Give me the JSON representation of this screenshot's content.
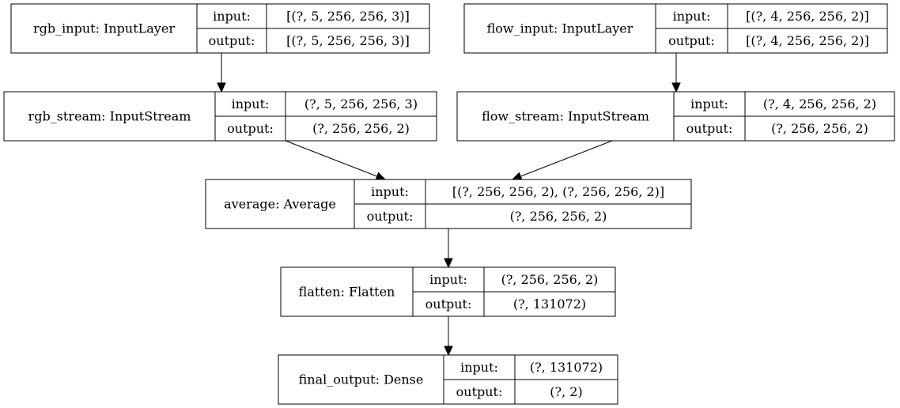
{
  "nodes": [
    {
      "id": "rgb_input",
      "name": "rgb_input: InputLayer",
      "input_label": "input:",
      "input_value": "[(?, 5, 256, 256, 3)]",
      "output_label": "output:",
      "output_value": "[(?, 5, 256, 256, 3)]"
    },
    {
      "id": "flow_input",
      "name": "flow_input: InputLayer",
      "input_label": "input:",
      "input_value": "[(?, 4, 256, 256, 2)]",
      "output_label": "output:",
      "output_value": "[(?, 4, 256, 256, 2)]"
    },
    {
      "id": "rgb_stream",
      "name": "rgb_stream: InputStream",
      "input_label": "input:",
      "input_value": "(?, 5, 256, 256, 3)",
      "output_label": "output:",
      "output_value": "(?, 256, 256, 2)"
    },
    {
      "id": "flow_stream",
      "name": "flow_stream: InputStream",
      "input_label": "input:",
      "input_value": "(?, 4, 256, 256, 2)",
      "output_label": "output:",
      "output_value": "(?, 256, 256, 2)"
    },
    {
      "id": "average",
      "name": "average: Average",
      "input_label": "input:",
      "input_value": "[(?, 256, 256, 2), (?, 256, 256, 2)]",
      "output_label": "output:",
      "output_value": "(?, 256, 256, 2)"
    },
    {
      "id": "flatten",
      "name": "flatten: Flatten",
      "input_label": "input:",
      "input_value": "(?, 256, 256, 2)",
      "output_label": "output:",
      "output_value": "(?, 131072)"
    },
    {
      "id": "final_output",
      "name": "final_output: Dense",
      "input_label": "input:",
      "input_value": "(?, 131072)",
      "output_label": "output:",
      "output_value": "(?, 2)"
    }
  ],
  "edges": [
    {
      "from": "rgb_input",
      "to": "rgb_stream"
    },
    {
      "from": "flow_input",
      "to": "flow_stream"
    },
    {
      "from": "rgb_stream",
      "to": "average"
    },
    {
      "from": "flow_stream",
      "to": "average"
    },
    {
      "from": "average",
      "to": "flatten"
    },
    {
      "from": "flatten",
      "to": "final_output"
    }
  ]
}
